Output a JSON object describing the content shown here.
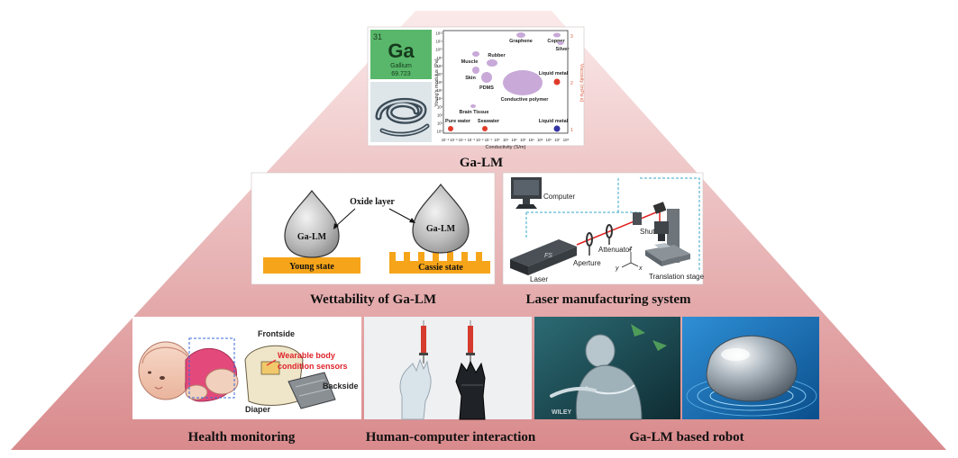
{
  "colors": {
    "pyramid_top": "#fbeaea",
    "pyramid_bottom": "#d98a8c",
    "periodic_bg": "#58b76a",
    "bubble": "#c8a9d8",
    "liquid_metal_red": "#e03a2a",
    "liquid_metal_blue": "#3433a3",
    "viscosity_axis": "#d85a3a",
    "young_bar": "#f6a51a"
  },
  "top": {
    "element": {
      "number": "31",
      "symbol": "Ga",
      "name": "Gallium",
      "mass": "69.723"
    },
    "chart": {
      "ylabel": "Young's modulus (Pa)",
      "y2label": "Viscosity (mPa·s)",
      "xlabel": "Conductivity (S/m)",
      "xticks": [
        "10⁻⁶",
        "10⁻⁵",
        "10⁻⁴",
        "10⁻³",
        "10⁻²",
        "10⁻¹",
        "10⁰",
        "10¹",
        "10²",
        "10³",
        "10⁴",
        "10⁵",
        "10⁶",
        "10⁷",
        "10⁸"
      ],
      "yticks": [
        "10⁰",
        "10¹",
        "10²",
        "10³",
        "10⁴",
        "10⁵",
        "10⁶",
        "10⁷",
        "10⁸",
        "10⁹",
        "10¹⁰",
        "10¹¹",
        "10¹²"
      ],
      "y2ticks": [
        "1",
        "2",
        "3"
      ],
      "labels": {
        "graphene": "Graphene",
        "copper": "Copper",
        "silver": "Silver",
        "muscle": "Muscle",
        "rubber": "Rubber",
        "skin": "Skin",
        "pdms": "PDMS",
        "liquid_metal_top": "Liquid metal",
        "conductive_polymer": "Conductive polymer",
        "brain_tissue": "Brain Tissue",
        "pure_water": "Pure water",
        "seawater": "Seawater",
        "liquid_metal_bottom": "Liquid metal"
      }
    },
    "caption": "Ga-LM"
  },
  "middle_left": {
    "oxide_layer": "Oxide layer",
    "drop_left": "Ga-LM",
    "drop_right": "Ga-LM",
    "young_state": "Young state",
    "cassie_state": "Cassie state",
    "caption": "Wettability of Ga-LM"
  },
  "middle_right": {
    "computer": "Computer",
    "shutter": "Shutter",
    "attenuator": "Attenuator",
    "aperture": "Aperture",
    "laser": "Laser",
    "laser_mark": "FS",
    "translation_stage": "Translation stage",
    "axis_z": "z",
    "axis_y": "y",
    "axis_x": "x",
    "caption": "Laser manufacturing system"
  },
  "bottom": {
    "health": {
      "frontside": "Frontside",
      "sensor_line1": "Wearable body",
      "sensor_line2": "condition sensors",
      "diaper": "Diaper",
      "backside": "Backside",
      "caption": "Health monitoring"
    },
    "hci": {
      "caption": "Human-computer interaction"
    },
    "robot": {
      "watermark": "WILEY",
      "caption": "Ga-LM based robot"
    }
  }
}
